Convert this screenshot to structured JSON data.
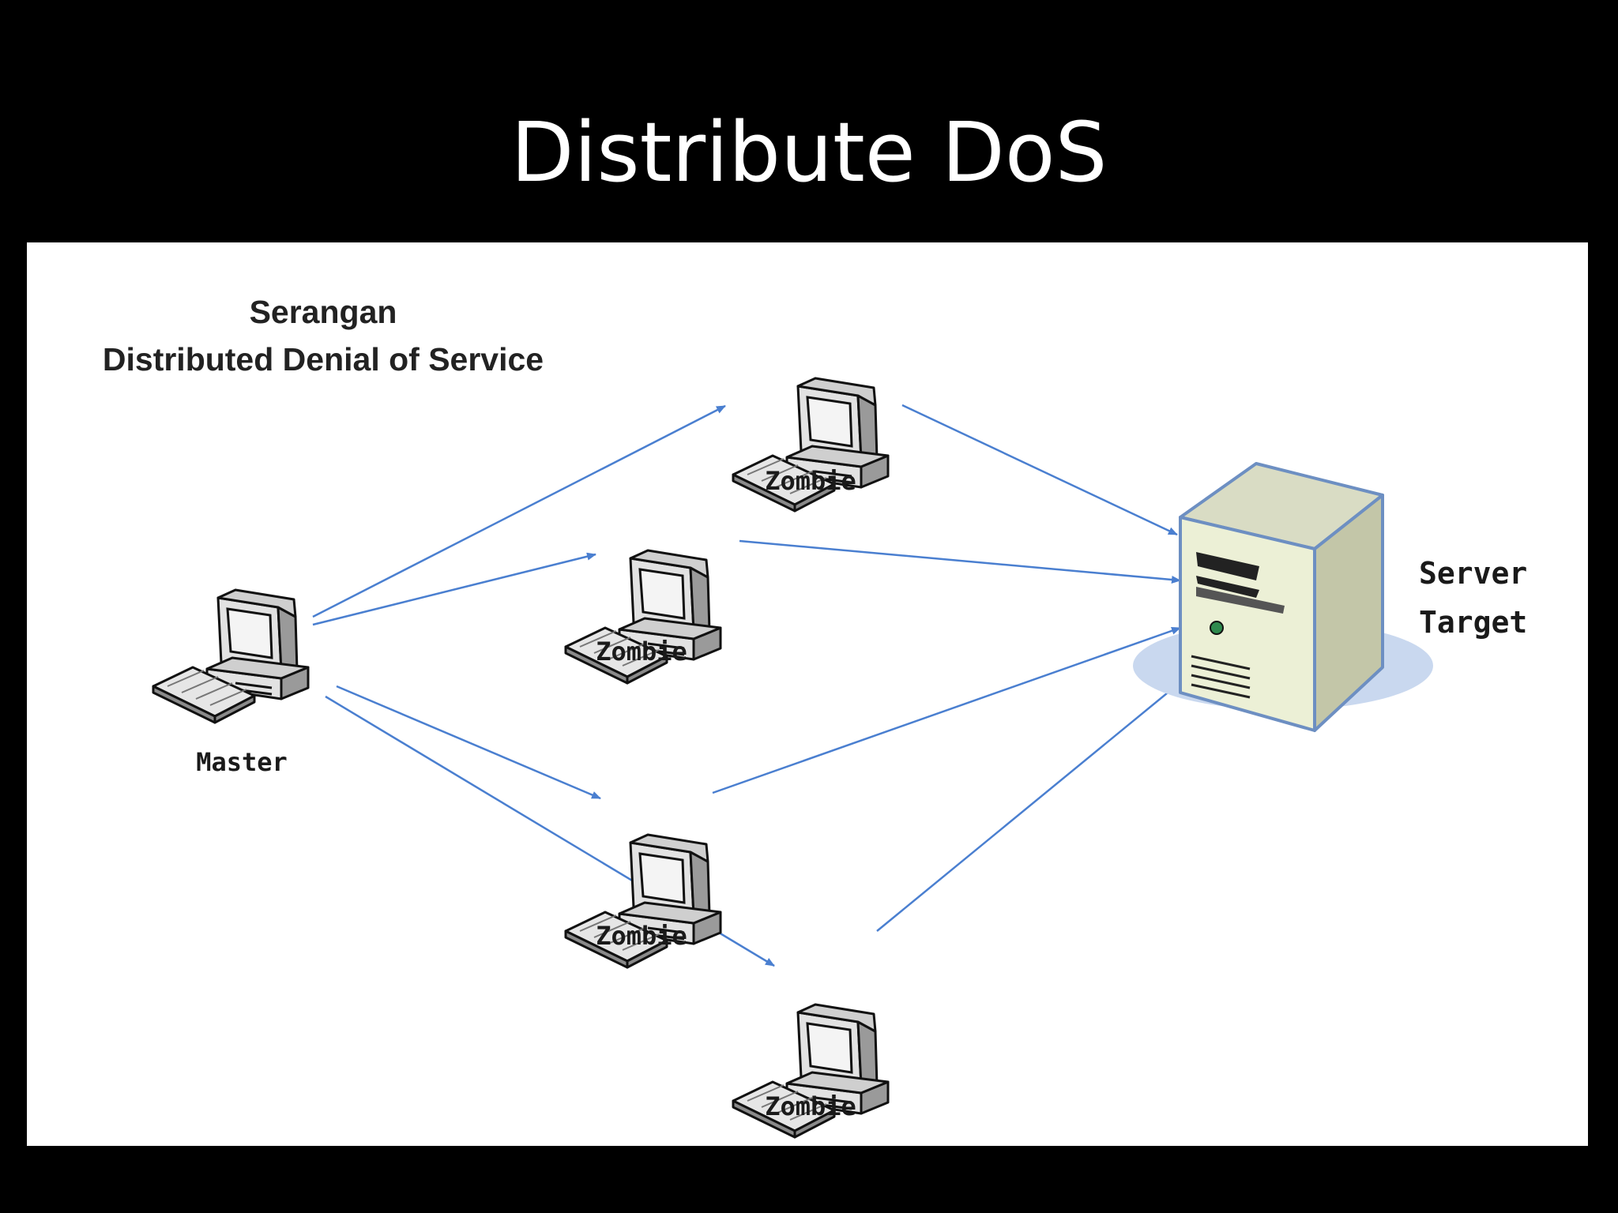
{
  "title": "Distribute DoS",
  "diagram": {
    "heading_line1": "Serangan",
    "heading_line2": "Distributed Denial of Service",
    "master_label": "Master",
    "zombie_labels": [
      "Zombie",
      "Zombie",
      "Zombie",
      "Zombie"
    ],
    "server_label_line1": "Server",
    "server_label_line2": "Target",
    "edges": [
      {
        "from": "Master",
        "to": "Zombie 1"
      },
      {
        "from": "Master",
        "to": "Zombie 2"
      },
      {
        "from": "Master",
        "to": "Zombie 3"
      },
      {
        "from": "Master",
        "to": "Zombie 4"
      },
      {
        "from": "Zombie 1",
        "to": "Server Target"
      },
      {
        "from": "Zombie 2",
        "to": "Server Target"
      },
      {
        "from": "Zombie 3",
        "to": "Server Target"
      },
      {
        "from": "Zombie 4",
        "to": "Server Target"
      }
    ],
    "colors": {
      "arrow": "#4a7fd0",
      "server_body": "#ecf0d6",
      "computer_body": "#e0e0e0",
      "screen": "#f3f3f3"
    }
  }
}
